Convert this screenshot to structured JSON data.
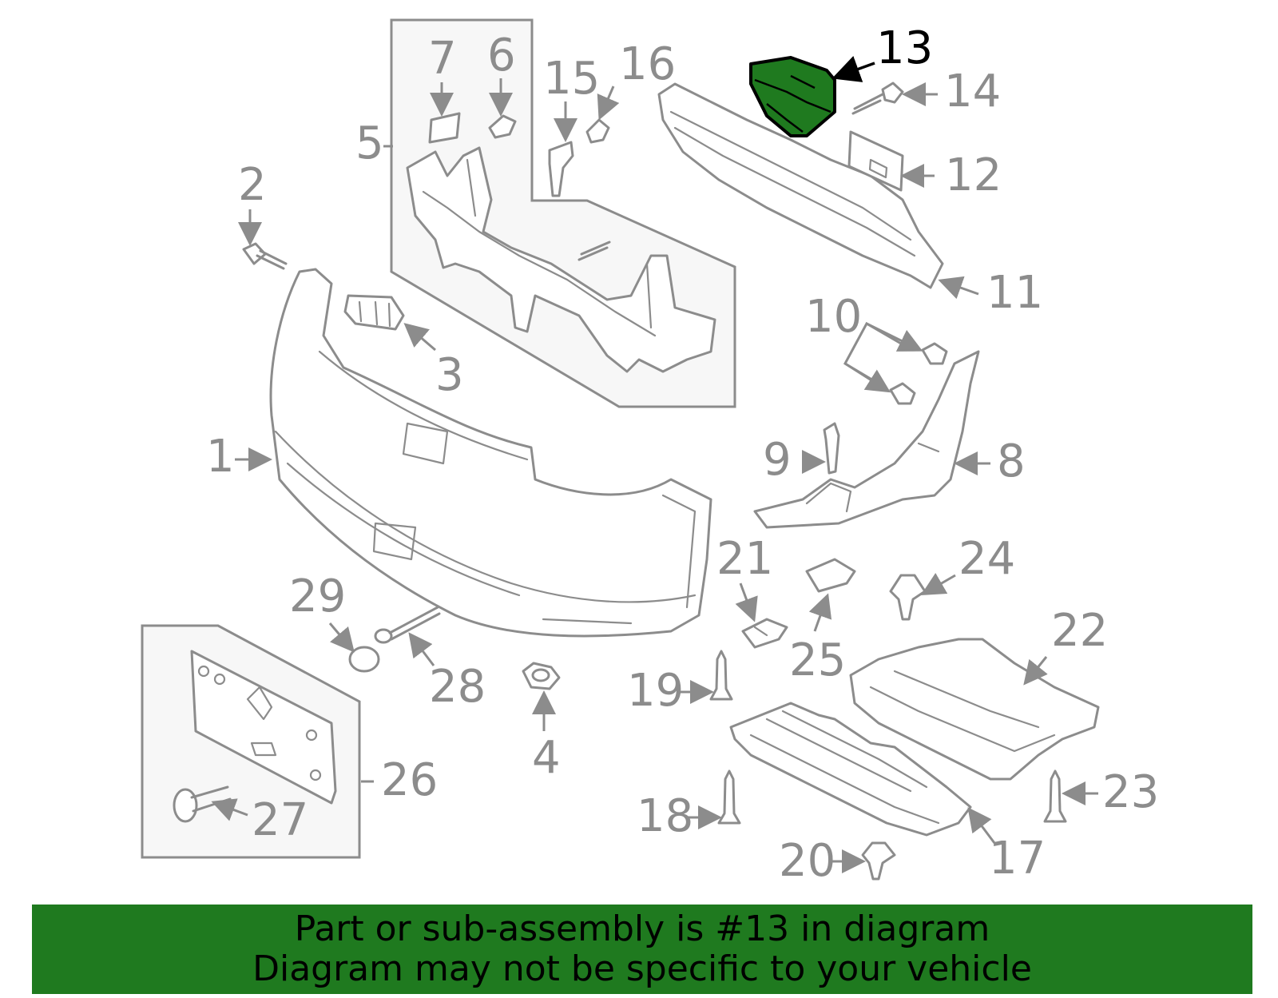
{
  "diagram": {
    "labels": [
      "1",
      "2",
      "3",
      "4",
      "5",
      "6",
      "7",
      "8",
      "9",
      "10",
      "11",
      "12",
      "13",
      "14",
      "15",
      "16",
      "17",
      "18",
      "19",
      "20",
      "21",
      "22",
      "23",
      "24",
      "25",
      "26",
      "27",
      "28",
      "29"
    ],
    "highlighted_part": "13",
    "colors": {
      "highlight": "#1f7a1f",
      "lines": "#8c8c8c",
      "banner": "#1f7a1f"
    }
  },
  "footer": {
    "line1": "Part or sub-assembly is #13 in diagram",
    "line2": "Diagram may not be specific to your vehicle"
  }
}
